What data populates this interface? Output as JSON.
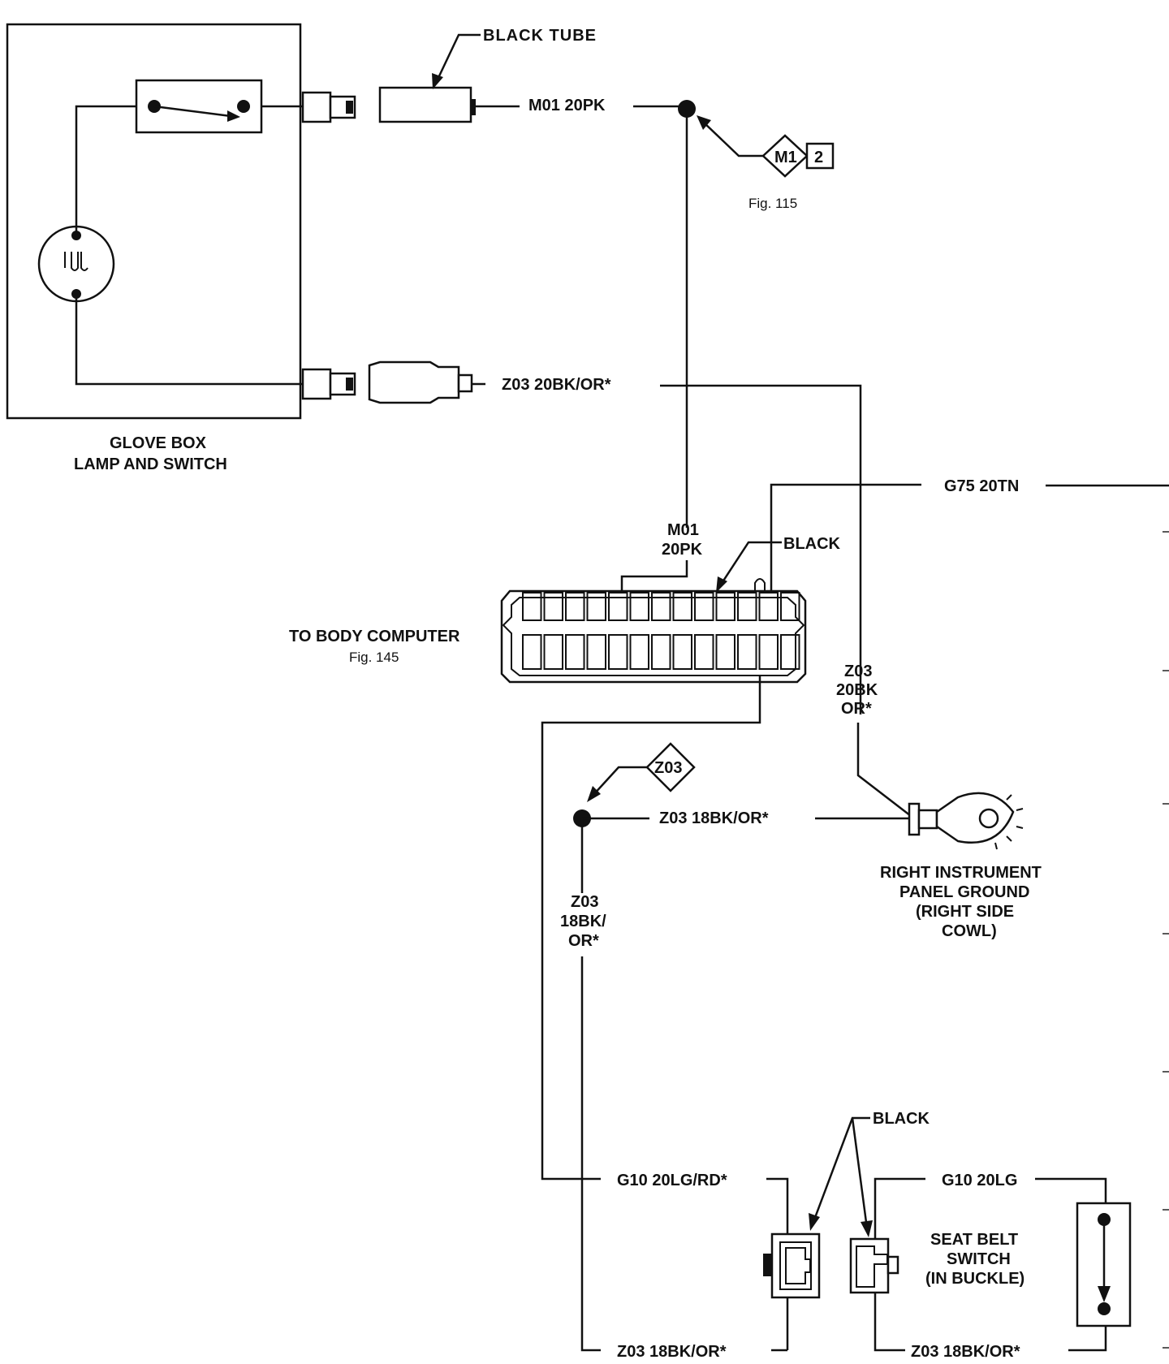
{
  "labels": {
    "black_tube": "BLACK TUBE",
    "m01_20pk": "M01 20PK",
    "m1": "M1",
    "m1_num": "2",
    "fig115": "Fig. 115",
    "z03_20bkor": "Z03  20BK/OR*",
    "glove_box_1": "GLOVE BOX",
    "glove_box_2": "LAMP AND SWITCH",
    "g75_20tn": "G75 20TN",
    "m01_v1": "M01",
    "m01_v2": "20PK",
    "black_1": "BLACK",
    "body_computer": "TO BODY COMPUTER",
    "fig145": "Fig. 145",
    "z03_v1": "Z03",
    "z03_v2": "20BK",
    "z03_v3": "OR*",
    "z03_diamond": "Z03",
    "z03_18bkor": "Z03  18BK/OR*",
    "ground_1": "RIGHT INSTRUMENT",
    "ground_2": "PANEL GROUND",
    "ground_3": "(RIGHT SIDE",
    "ground_4": "COWL)",
    "z03b_v1": "Z03",
    "z03b_v2": "18BK/",
    "z03b_v3": "OR*",
    "black_2": "BLACK",
    "g10_20lgrd": "G10 20LG/RD*",
    "g10_20lg": "G10 20LG",
    "seat_1": "SEAT BELT",
    "seat_2": "SWITCH",
    "seat_3": "(IN BUCKLE)",
    "z03_bottom_left": "Z03  18BK/OR*",
    "z03_bottom_right": "Z03  18BK/OR*"
  }
}
